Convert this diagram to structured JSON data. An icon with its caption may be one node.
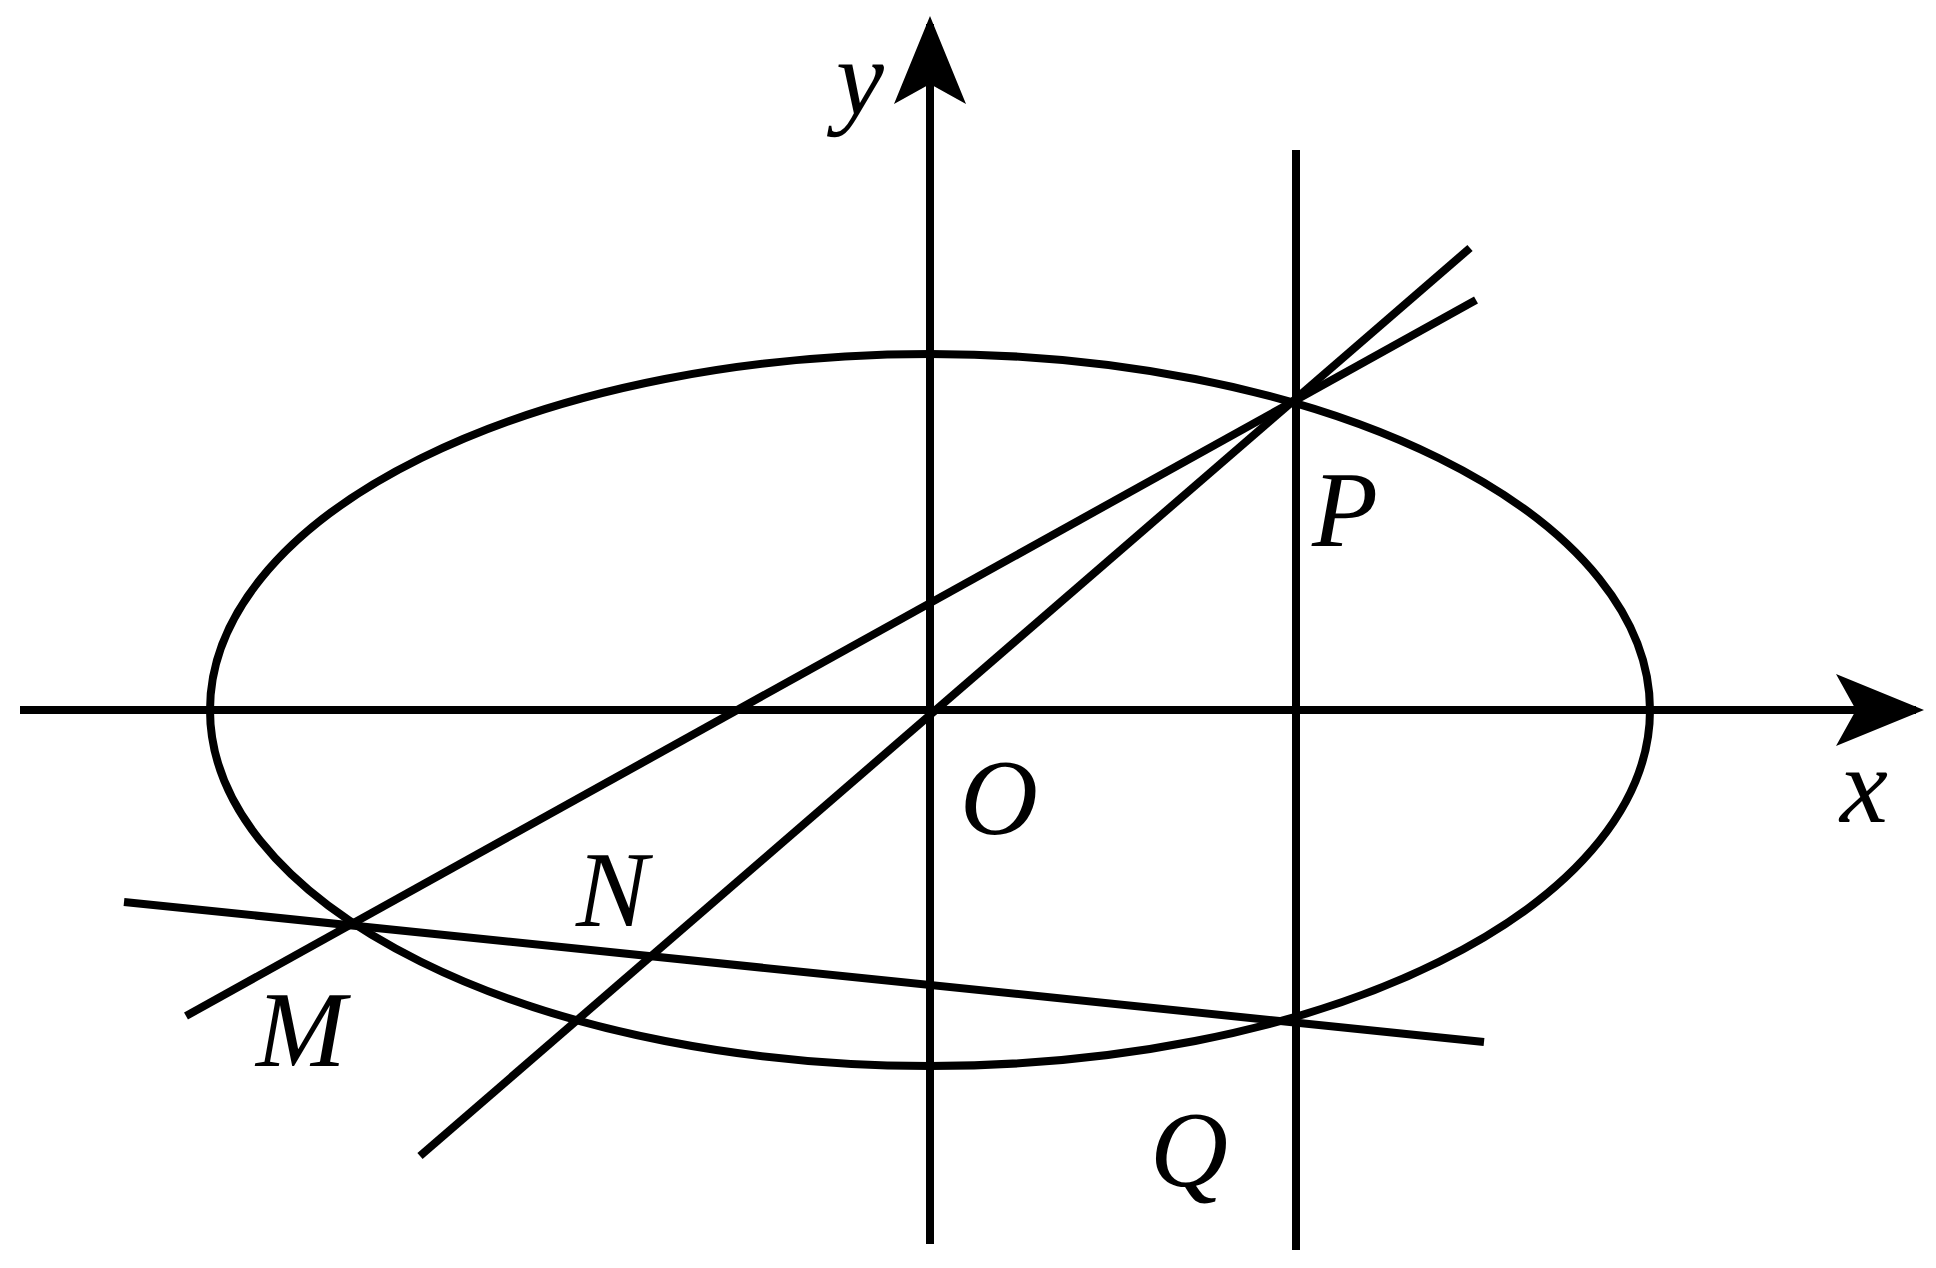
{
  "diagram": {
    "labels": [
      "y",
      "P",
      "O",
      "x",
      "N",
      "M",
      "Q"
    ]
  }
}
